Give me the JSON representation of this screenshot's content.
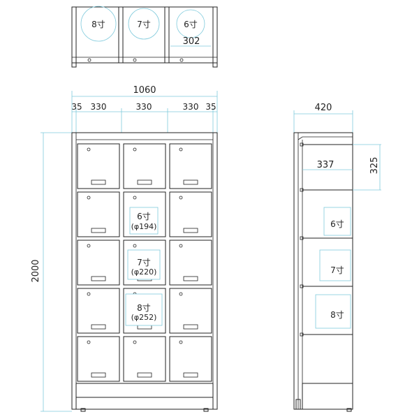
{
  "colors": {
    "line": "#222222",
    "dimension": "#7fcadc",
    "background": "#ffffff"
  },
  "top_view": {
    "labels": [
      "8寸",
      "7寸",
      "6寸"
    ],
    "depth_dim": "302"
  },
  "front_view": {
    "overall_width": "1060",
    "segments": [
      "35",
      "330",
      "330",
      "330",
      "35"
    ],
    "height": "2000",
    "items": [
      {
        "size": "6寸",
        "diameter": "(φ194)"
      },
      {
        "size": "7寸",
        "diameter": "(φ220)"
      },
      {
        "size": "8寸",
        "diameter": "(φ252)"
      }
    ]
  },
  "side_view": {
    "depth": "420",
    "inner_depth": "337",
    "shelf_pitch": "325",
    "items": [
      "6寸",
      "7寸",
      "8寸"
    ]
  }
}
